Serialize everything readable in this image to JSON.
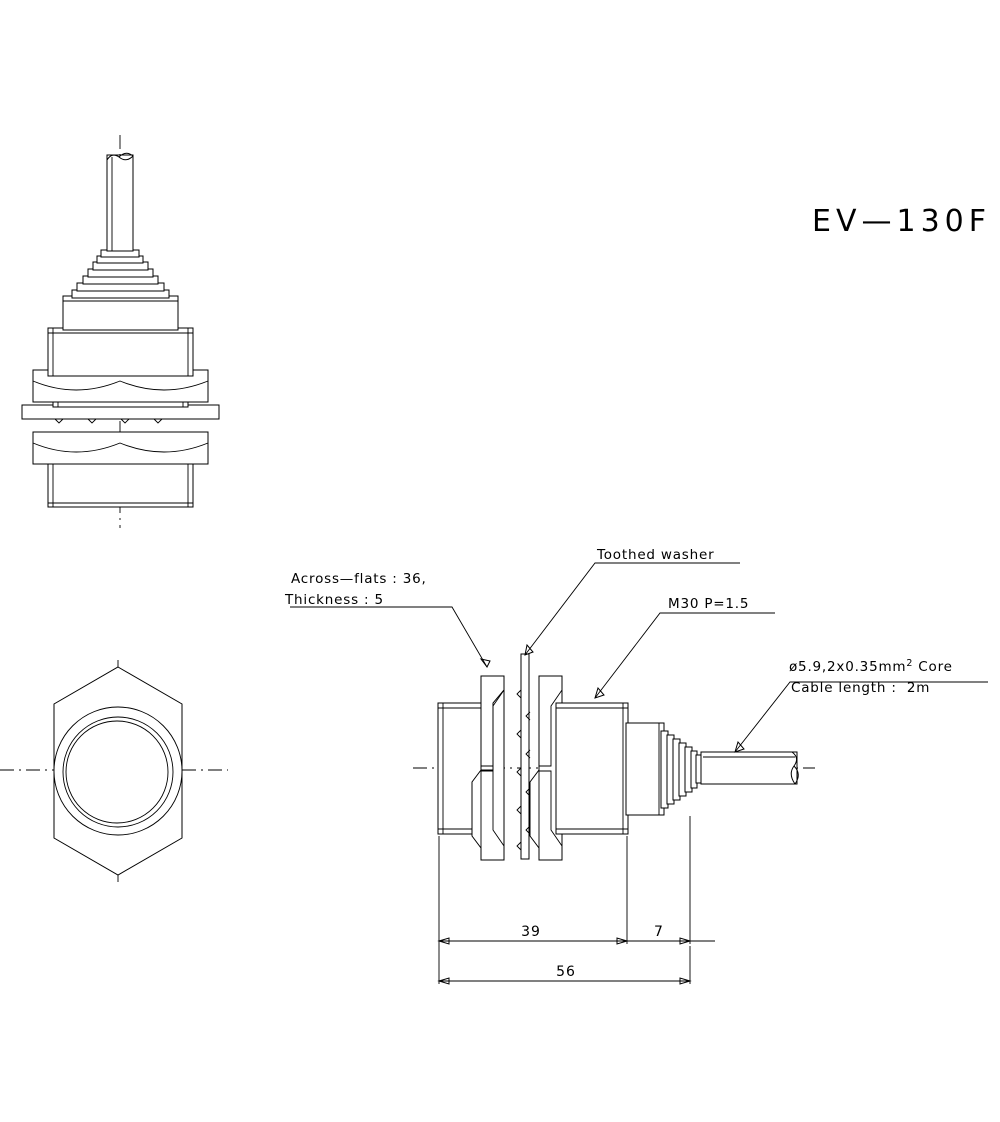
{
  "drawing": {
    "part_title": "EV—130F",
    "paper_color": "#ffffff",
    "line_color": "#000000",
    "views": [
      {
        "name": "front-elevation-view",
        "position": "top-left"
      },
      {
        "name": "end-face-hexagon-view",
        "position": "bottom-left"
      },
      {
        "name": "side-section-view",
        "position": "bottom-right"
      }
    ]
  },
  "annotations": {
    "across_flats": "Across—flats : 36,",
    "thickness": "Thickness : 5",
    "toothed_washer": "Toothed washer",
    "thread_spec": "M30 P=1.5",
    "cable_spec_dia": "ø5.9,2x0.35mm",
    "cable_spec_dia_sup": "2",
    "cable_spec_dia_tail": " Core",
    "cable_length": "Cable length :  2m"
  },
  "dimensions": {
    "body_length": "39",
    "cable_gland_length": "7",
    "overall_length": "56"
  }
}
